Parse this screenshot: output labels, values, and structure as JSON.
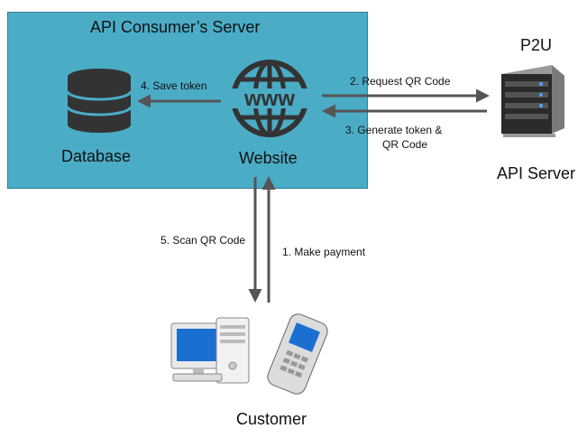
{
  "consumer_server": {
    "title": "API Consumer’s Server"
  },
  "nodes": {
    "database": "Database",
    "website": "Website",
    "p2u": "P2U",
    "api_server": "API Server",
    "customer": "Customer"
  },
  "website_icon_text": "www",
  "steps": {
    "make_payment": "1. Make payment",
    "request_qr": "2. Request QR Code",
    "generate_token_line1": "3. Generate token &",
    "generate_token_line2": "QR Code",
    "save_token": "4. Save token",
    "scan_qr": "5. Scan QR Code"
  },
  "colors": {
    "box_fill": "#4bacc6",
    "arrow": "#555555",
    "icon_dark": "#333333"
  },
  "icons": [
    "database-icon",
    "www-globe-icon",
    "server-icon",
    "desktop-computer-icon",
    "mobile-phone-icon"
  ]
}
